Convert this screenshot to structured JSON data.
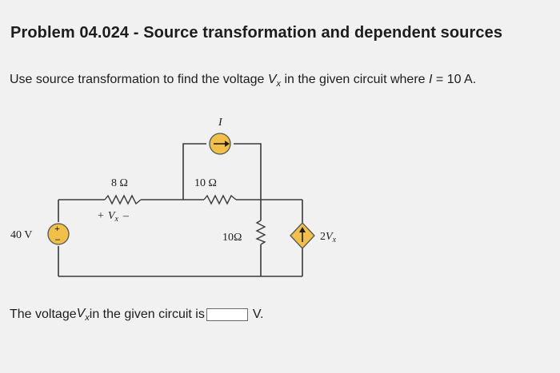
{
  "header": {
    "title": "Problem 04.024 - Source transformation and dependent sources"
  },
  "question": {
    "prefix": "Use source transformation to find the voltage ",
    "var_main": "V",
    "var_sub": "x",
    "suffix": " in the given circuit where ",
    "given_var": "I",
    "given_value": " = 10 A."
  },
  "circuit": {
    "current_source_label": "I",
    "resistor_left_label": "8 Ω",
    "resistor_top_label": "10 Ω",
    "resistor_right_label": "10Ω",
    "vx_plus": "+",
    "vx_var": "V",
    "vx_sub": "x",
    "vx_minus": "–",
    "voltage_source_label": "40 V",
    "voltage_source_plus": "+",
    "voltage_source_minus": "–",
    "dependent_source_coef": "2",
    "dependent_source_var": "V",
    "dependent_source_sub": "x",
    "colors": {
      "wire": "#3a3a3a",
      "source_fill": "#f0c04a",
      "source_stroke": "#555555",
      "arrow": "#1d1d1d"
    }
  },
  "answer": {
    "prefix": "The voltage ",
    "var_main": "V",
    "var_sub": "x",
    "middle": " in the given circuit is",
    "input_value": "",
    "unit": "V."
  }
}
